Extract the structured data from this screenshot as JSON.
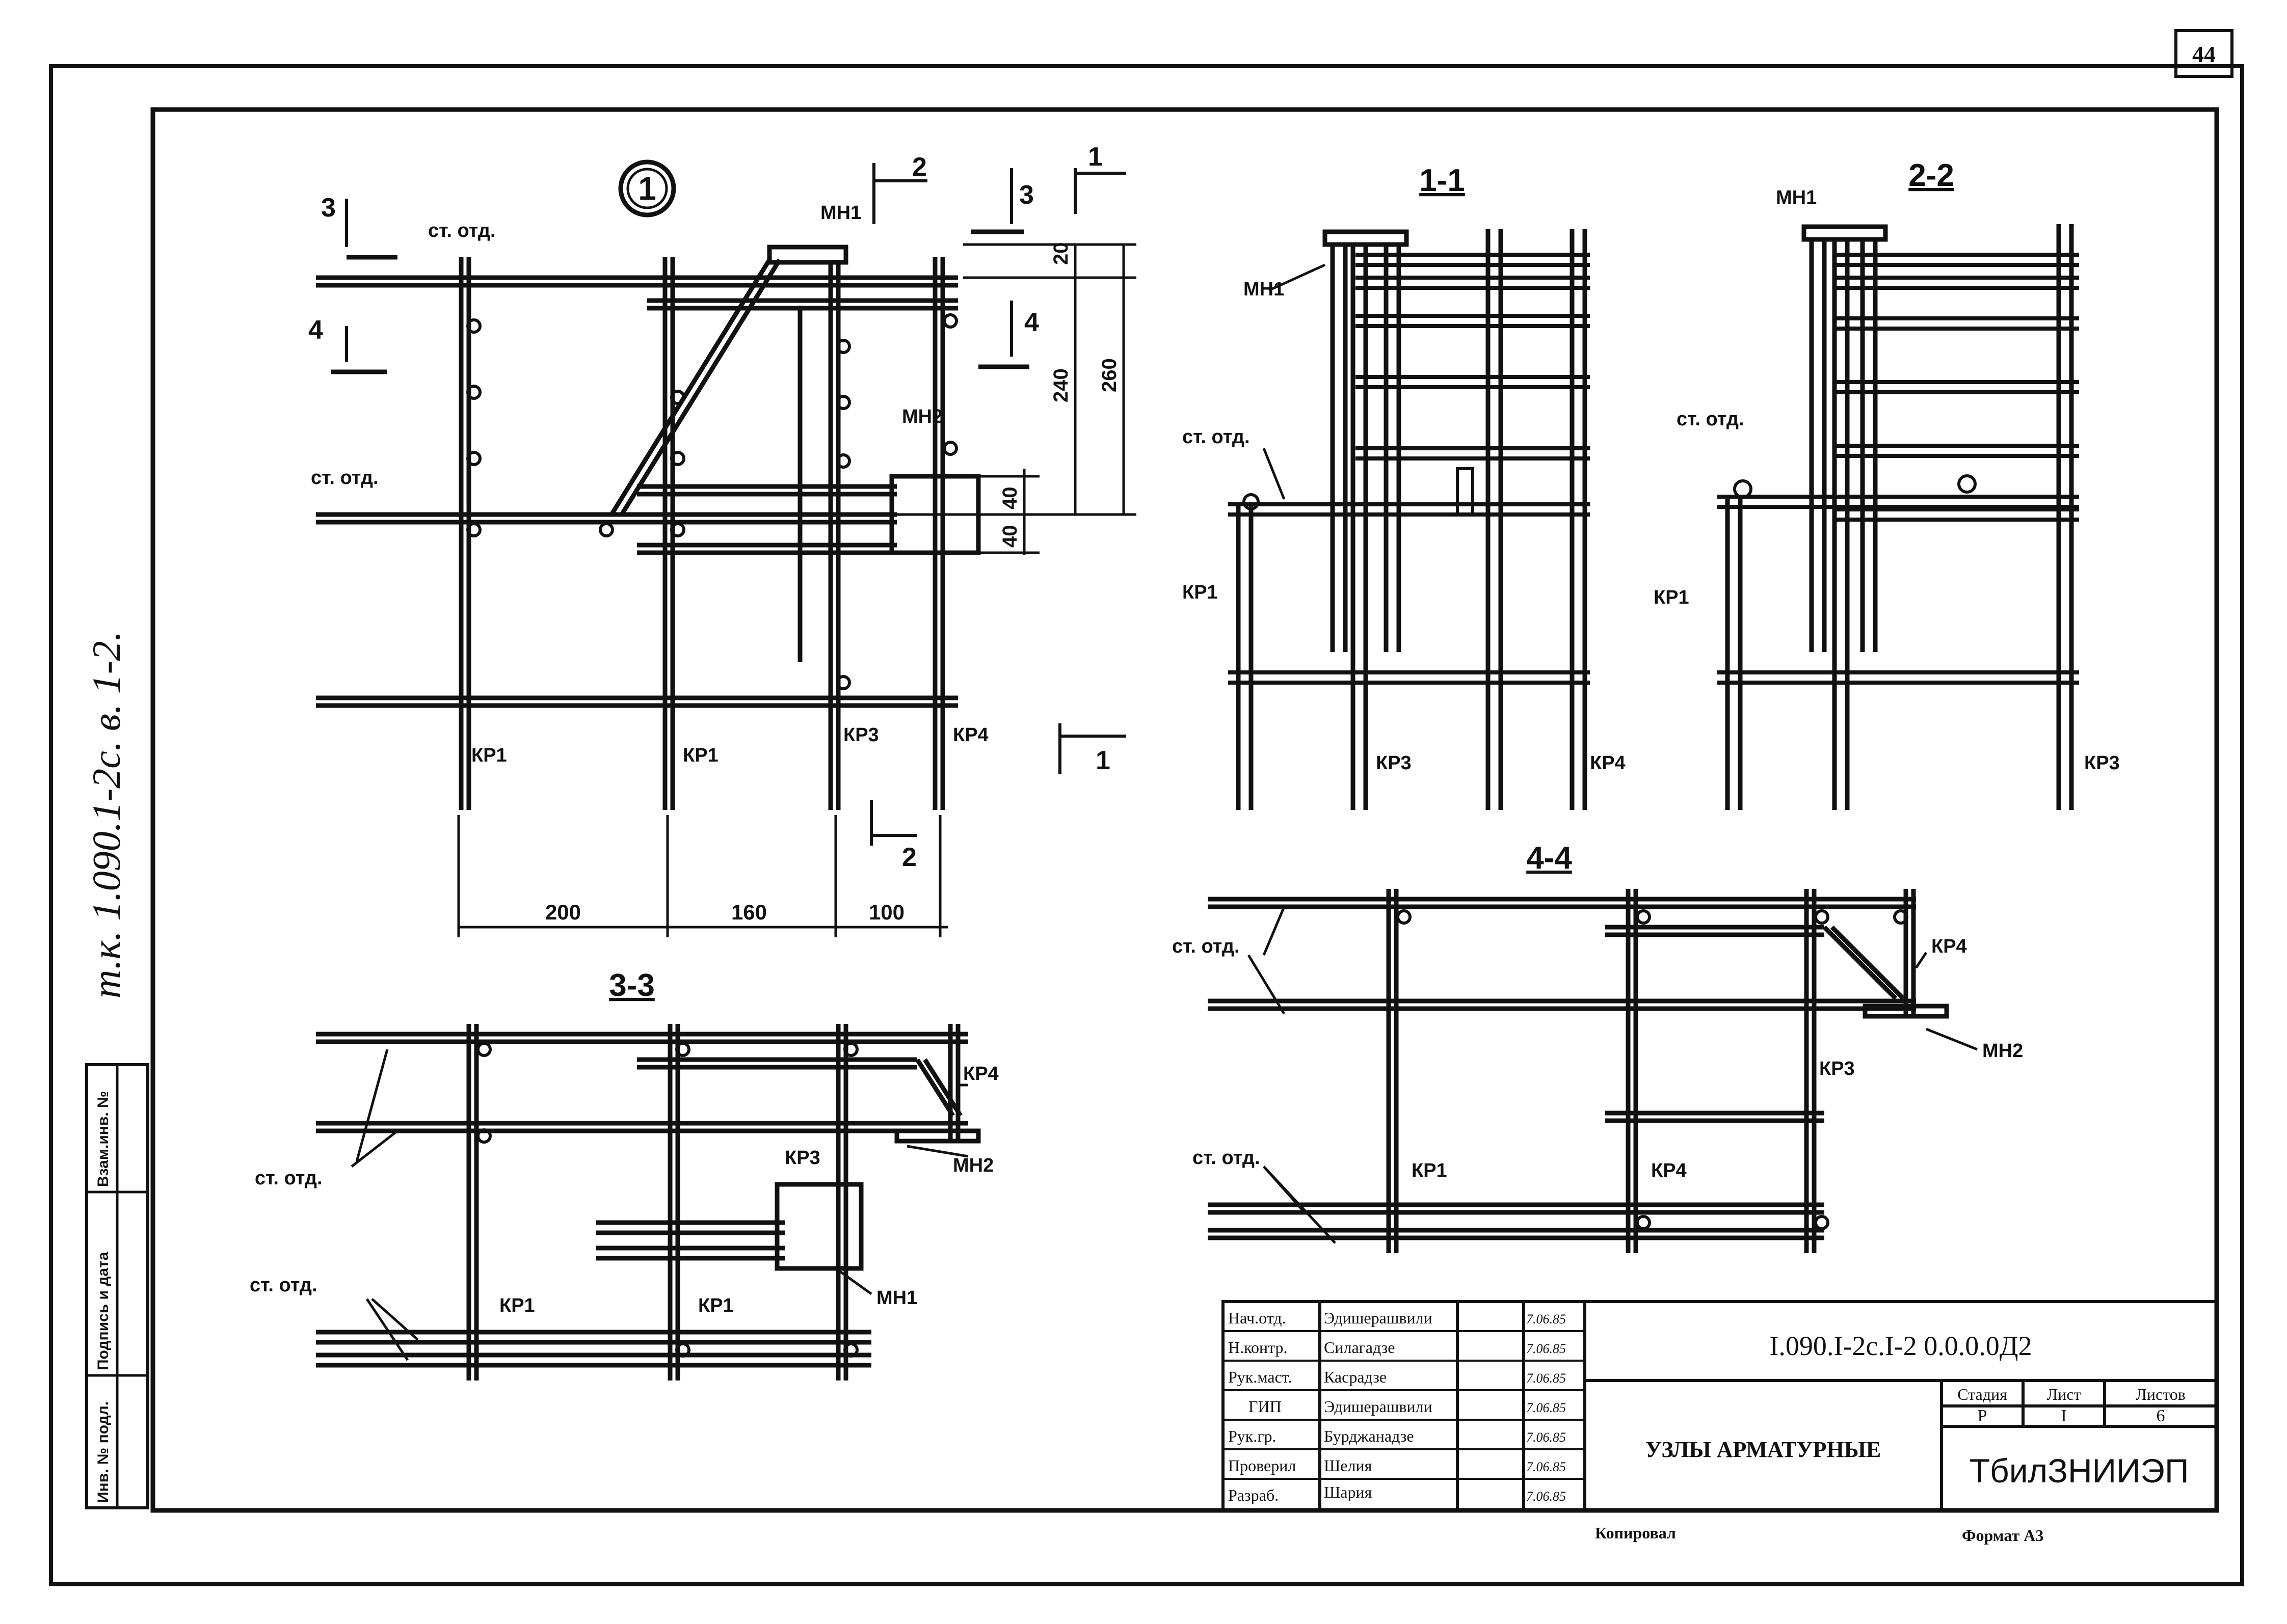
{
  "sheet": {
    "page_number": "44",
    "side_note": "т.к. 1.090.1-2с. в. 1-2.",
    "format": "Формат А3",
    "copied": "Копировал"
  },
  "margin_stamp": [
    "Инв. № подл.",
    "Подпись и дата",
    "Взам.инв. №"
  ],
  "views": {
    "main_marker": "1",
    "section_1_1": "1-1",
    "section_2_2": "2-2",
    "section_3_3": "3-3",
    "section_4_4": "4-4"
  },
  "labels": {
    "st_otd": "ст. отд.",
    "mn1": "МН1",
    "mn2": "МН2",
    "kr1": "КР1",
    "kr3": "КР3",
    "kr4": "КР4",
    "cut1": "1",
    "cut2": "2",
    "cut3": "3",
    "cut4": "4"
  },
  "dimensions": {
    "d20": "20",
    "d240": "240",
    "d260": "260",
    "d40a": "40",
    "d40b": "40",
    "d200": "200",
    "d160": "160",
    "d100": "100"
  },
  "title_block": {
    "code": "I.090.I-2c.I-2 0.0.0.0Д2",
    "title": "УЗЛЫ АРМАТУРНЫЕ",
    "org": "ТбилЗНИИЭП",
    "stage_header": "Стадия",
    "sheet_header": "Лист",
    "sheets_header": "Листов",
    "stage": "Р",
    "sheet": "I",
    "sheets": "6",
    "rows": [
      {
        "role": "Нач.отд.",
        "name": "Эдишерашвили",
        "date": "7.06.85"
      },
      {
        "role": "Н.контр.",
        "name": "Силагадзе",
        "date": "7.06.85"
      },
      {
        "role": "Рук.маст.",
        "name": "Касрадзе",
        "date": "7.06.85"
      },
      {
        "role": "ГИП",
        "name": "Эдишерашвили",
        "date": "7.06.85"
      },
      {
        "role": "Рук.гр.",
        "name": "Бурджанадзе",
        "date": "7.06.85"
      },
      {
        "role": "Проверил",
        "name": "Шелия",
        "date": "7.06.85"
      },
      {
        "role": "Разраб.",
        "name": "Шария",
        "date": "7.06.85"
      }
    ]
  }
}
